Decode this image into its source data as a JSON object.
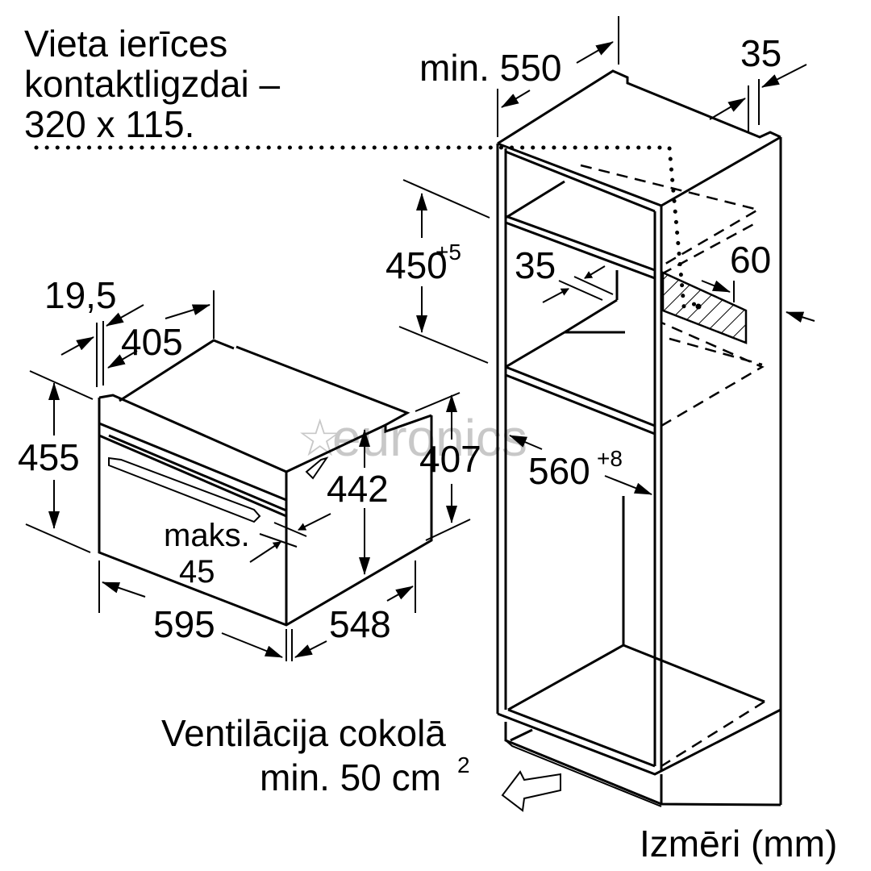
{
  "title_note": {
    "line1": "Vieta ierīces",
    "line2": "kontaktligzdai –",
    "line3": "320 x 115."
  },
  "oven_dimensions": {
    "front_offset": "19,5",
    "depth_top": "405",
    "height_total": "455",
    "height_body": "407",
    "height_inner": "442",
    "gap_label": "maks.",
    "gap_value": "45",
    "width": "595",
    "depth": "548"
  },
  "cabinet_dimensions": {
    "min_depth": "min. 550",
    "rear_gap": "35",
    "niche_height": "450",
    "niche_height_tol": "+5",
    "shelf_gap": "35",
    "socket_depth": "60",
    "niche_width": "560",
    "niche_width_tol": "+8"
  },
  "ventilation": {
    "line1": "Ventilācija cokolā",
    "line2": "min. 50 cm",
    "line2_sup": "2"
  },
  "units_label": "Izmēri (mm)",
  "watermark": "euronics",
  "colors": {
    "line": "#000000",
    "background": "#ffffff",
    "watermark": "#c8c8c8"
  }
}
